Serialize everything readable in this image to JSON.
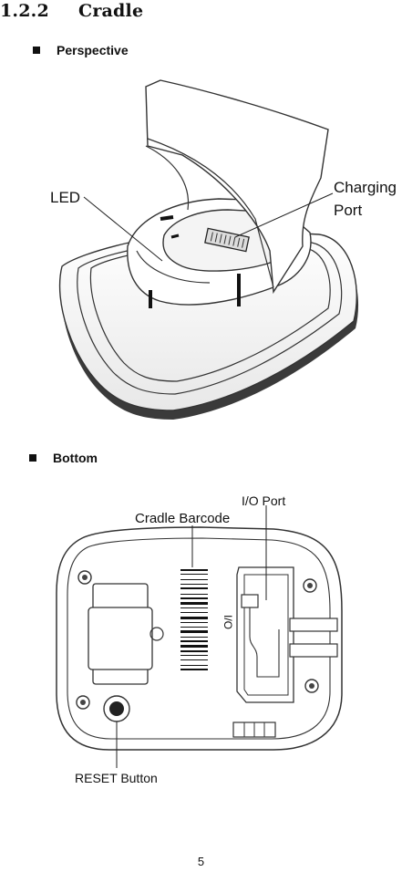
{
  "section": {
    "number": "1.2.2",
    "title": "Cradle"
  },
  "perspective": {
    "heading": "Perspective",
    "callouts": {
      "led": "LED",
      "charging_line1": "Charging",
      "charging_line2": "Port"
    }
  },
  "bottom": {
    "heading": "Bottom",
    "callouts": {
      "barcode": "Cradle Barcode",
      "io_port": "I/O Port",
      "reset": "RESET Button",
      "io_embossed": "I/O"
    }
  },
  "page_number": "5"
}
